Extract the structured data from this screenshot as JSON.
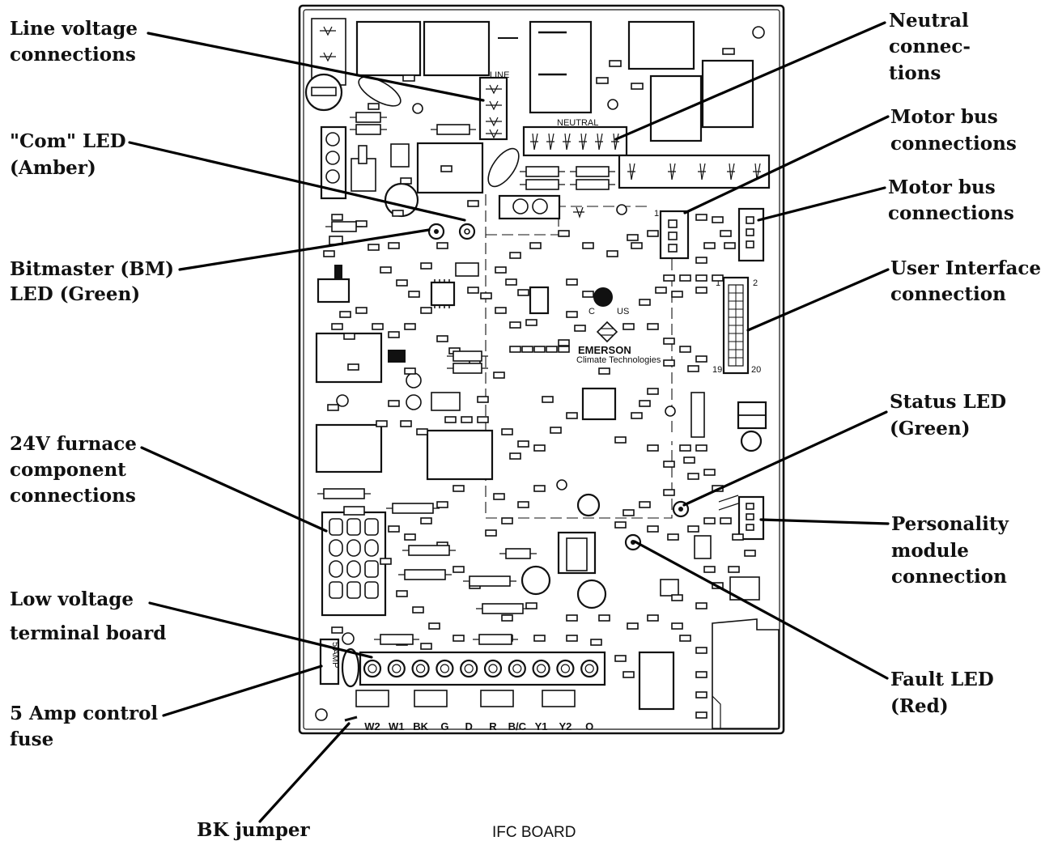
{
  "labels": {
    "line_voltage": [
      "Line voltage",
      "connections"
    ],
    "com_led": [
      "\"Com\" LED",
      "(Amber)"
    ],
    "bitmaster_led": [
      "Bitmaster (BM)",
      "LED (Green)"
    ],
    "furnace_24v": [
      "24V furnace",
      "component",
      "connections"
    ],
    "low_voltage": [
      "Low voltage",
      "terminal board"
    ],
    "fuse": [
      "5 Amp control",
      "fuse"
    ],
    "bk_jumper": [
      "BK jumper"
    ],
    "neutral": [
      "Neutral",
      "connec-",
      "tions"
    ],
    "motor_bus_1": [
      "Motor bus",
      "connections"
    ],
    "motor_bus_2": [
      "Motor bus",
      "connections"
    ],
    "user_interface": [
      "User Interface",
      "connection"
    ],
    "status_led": [
      "Status LED",
      "(Green)"
    ],
    "personality_module": [
      "Personality",
      "module",
      "connection"
    ],
    "fault_led": [
      "Fault LED",
      "(Red)"
    ]
  },
  "board": {
    "title": "IFC BOARD",
    "line_silk": "LINE",
    "neutral_silk": "NEUTRAL",
    "fuse_silk": "5 AMP",
    "brand": "EMERSON",
    "brand_sub": "Climate Technologies",
    "ul_c": "C",
    "ul_us": "US",
    "pin_1": "1",
    "pin_2": "2",
    "pin_19": "19",
    "pin_20": "20",
    "terminals": [
      "W2",
      "W1",
      "BK",
      "G",
      "D",
      "R",
      "B/C",
      "Y1",
      "Y2",
      "O"
    ]
  }
}
